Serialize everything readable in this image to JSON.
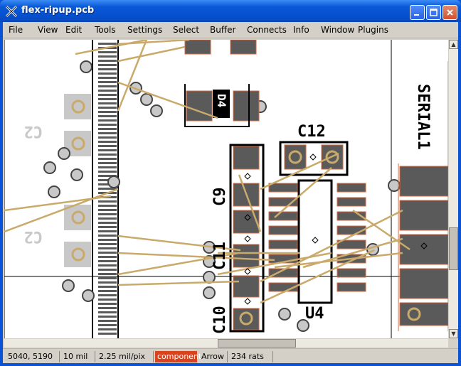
{
  "window": {
    "title": "flex-ripup.pcb",
    "app_icon": "x-icon"
  },
  "menu": {
    "items": [
      {
        "label": "File"
      },
      {
        "label": "View"
      },
      {
        "label": "Edit"
      },
      {
        "label": "Tools"
      },
      {
        "label": "Settings"
      },
      {
        "label": "Select"
      },
      {
        "label": "Buffer"
      },
      {
        "label": "Connects"
      },
      {
        "label": "Info"
      },
      {
        "label": "Window"
      },
      {
        "label": "Plugins"
      }
    ]
  },
  "pcb": {
    "labels": {
      "c2_top": "C2",
      "c2_bottom": "C2",
      "c9": "C9",
      "c10": "C10",
      "c11": "C11",
      "c12": "C12",
      "d4": "D4",
      "u4": "U4",
      "serial1": "SERIAL1"
    },
    "colors": {
      "pad": "#5a5a5a",
      "outline": "#000000",
      "rats": "#c9aa6a",
      "copper_outline": "#d9663a",
      "ghost": "#c8c8c8"
    }
  },
  "status": {
    "coords": "5040, 5190",
    "grid": "10 mil",
    "zoom": "2.25 mil/pix",
    "layer": "component",
    "mode": "Arrow",
    "rats": "234 rats"
  }
}
